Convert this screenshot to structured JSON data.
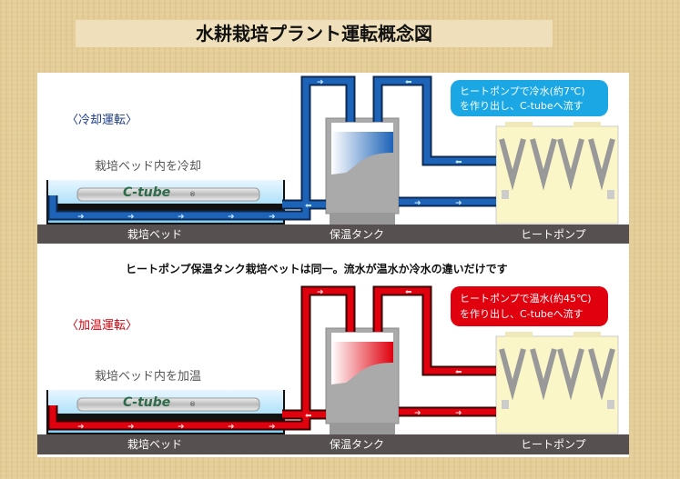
{
  "title": "水耕栽培プラント運転概念図",
  "note": "ヒートポンプ保温タンク栽培ベットは同一。流水が温水か冷水の違いだけです",
  "cooling": {
    "mode": "〈冷却運転〉",
    "bed_caption": "栽培ベッド内を冷却",
    "callout_line1": "ヒートポンプで冷水(約7℃)",
    "callout_line2": "を作り出し、C-tubeへ流す",
    "color": "#1a5fb4"
  },
  "heating": {
    "mode": "〈加温運転〉",
    "bed_caption": "栽培ベッド内を加温",
    "callout_line1": "ヒートポンプで温水(約45℃)",
    "callout_line2": "を作り出し、C-tubeへ流す",
    "color": "#e0000e"
  },
  "labels": {
    "bed": "栽培ベッド",
    "tank": "保温タンク",
    "heatpump": "ヒートポンプ",
    "ctube": "C-tube",
    "registered": "®"
  }
}
